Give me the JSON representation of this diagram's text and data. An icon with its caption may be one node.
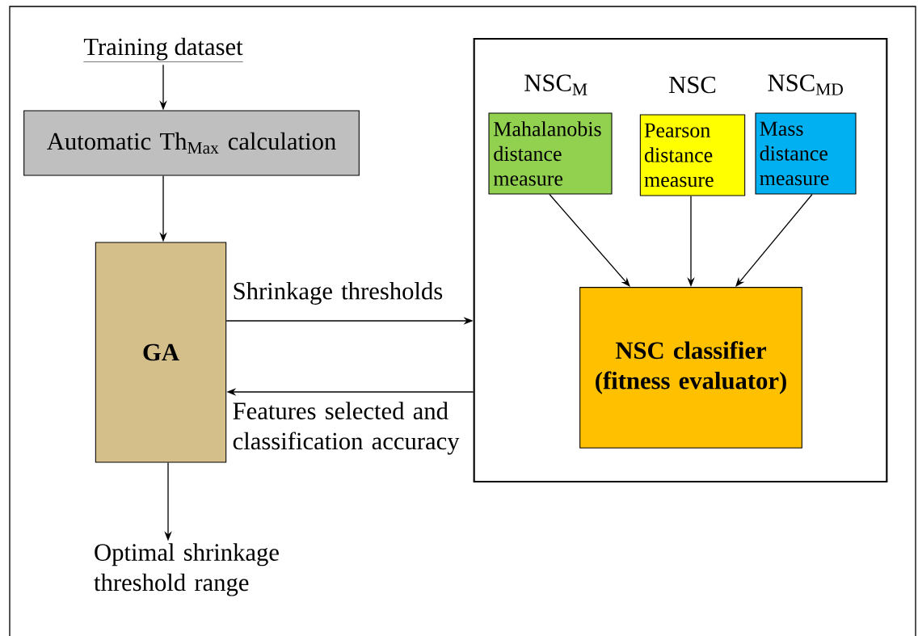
{
  "diagram": {
    "nodes": [
      {
        "text": [
          "Training dataset"
        ]
      },
      {
        "text": [
          "Automatic Th$_{Max}$ calculation"
        ]
      },
      {
        "text": [
          "GA"
        ]
      },
      {
        "text": [],
        "shape": "box"
      },
      {
        "text": [
          "NSC$_{M}$",
          "Mahalanobis distance measure"
        ],
        "in": 3
      },
      {
        "text": [
          "NSC",
          "Pearson distance measure"
        ],
        "in": 3
      },
      {
        "text": [
          "NSC$_{MD}$",
          "Mass distance measure"
        ],
        "in": 3
      },
      {
        "text": [
          "NSC classifier (fitness evaluator)"
        ],
        "in": 3
      },
      {
        "text": [
          "Optimal shrinkage threshold range"
        ]
      }
    ],
    "edges": [
      {
        "from": 0,
        "to": 1,
        "arrow": "to"
      },
      {
        "from": 1,
        "to": 2,
        "arrow": "to"
      },
      {
        "from": 2,
        "to": 3,
        "arrow": "to",
        "label": "Shrinkage thresholds"
      },
      {
        "from": 3,
        "to": 2,
        "arrow": "to",
        "label": "Features selected and classification accuracy"
      },
      {
        "from": 4,
        "to": 7,
        "arrow": "to"
      },
      {
        "from": 5,
        "to": 7,
        "arrow": "to"
      },
      {
        "from": 6,
        "to": 7,
        "arrow": "to"
      },
      {
        "from": 2,
        "to": 8,
        "arrow": "to"
      }
    ]
  }
}
